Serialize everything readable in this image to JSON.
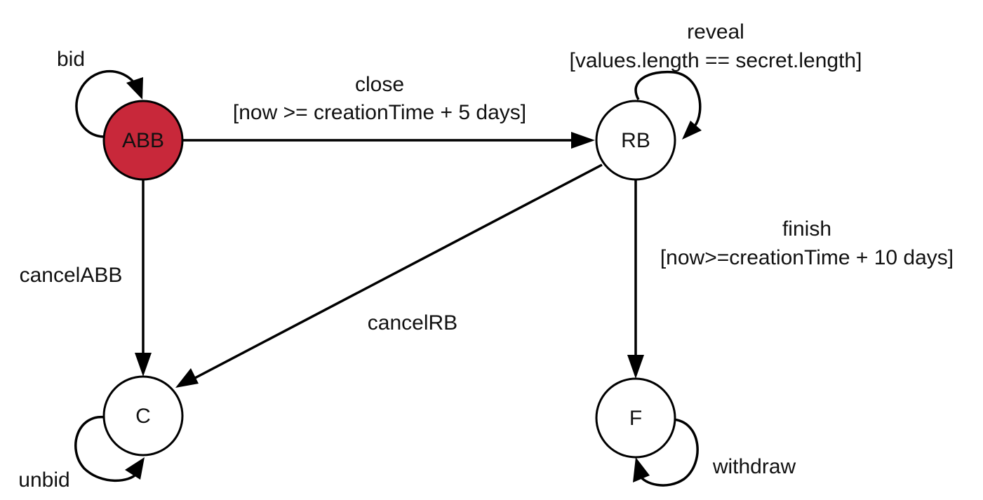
{
  "colors": {
    "initial_state_fill": "#c8283a",
    "state_fill": "#ffffff",
    "line": "#000000"
  },
  "states": {
    "abb": {
      "label": "ABB",
      "fill": "#c8283a"
    },
    "rb": {
      "label": "RB",
      "fill": "#ffffff"
    },
    "c": {
      "label": "C",
      "fill": "#ffffff"
    },
    "f": {
      "label": "F",
      "fill": "#ffffff"
    }
  },
  "transitions": {
    "bid": {
      "label": "bid"
    },
    "close": {
      "label": "close",
      "guard": "[now >= creationTime + 5 days]"
    },
    "reveal": {
      "label": "reveal",
      "guard": "[values.length == secret.length]"
    },
    "cancel_abb": {
      "label": "cancelABB"
    },
    "cancel_rb": {
      "label": "cancelRB"
    },
    "finish": {
      "label": "finish",
      "guard": "[now>=creationTime + 10 days]"
    },
    "unbid": {
      "label": "unbid"
    },
    "withdraw": {
      "label": "withdraw"
    }
  }
}
